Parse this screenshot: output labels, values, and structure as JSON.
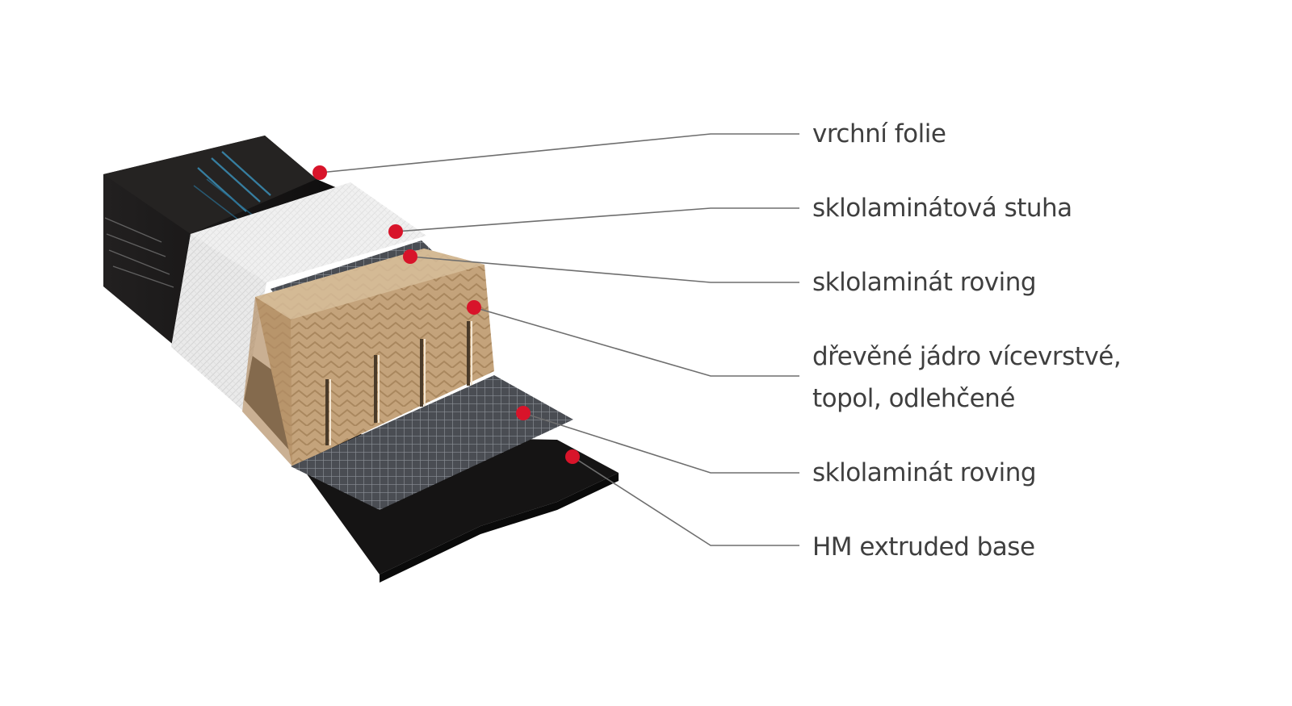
{
  "diagram": {
    "layers": [
      {
        "id": "top-sheet",
        "label_lines": [
          "vrchní folie"
        ]
      },
      {
        "id": "fiberglass-ribbon",
        "label_lines": [
          "sklolaminátová stuha"
        ]
      },
      {
        "id": "fiberglass-roving-top",
        "label_lines": [
          "sklolaminát roving"
        ]
      },
      {
        "id": "wood-core",
        "label_lines": [
          "dřevěné jádro vícevrstvé,",
          "topol, odlehčené"
        ]
      },
      {
        "id": "fiberglass-roving-bottom",
        "label_lines": [
          "sklolaminát roving"
        ]
      },
      {
        "id": "base",
        "label_lines": [
          "HM extruded base"
        ]
      }
    ],
    "colors": {
      "marker": "#d8142a",
      "leader": "#6e6e6e",
      "label": "#3f3f3f",
      "top_sheet": "#1c1a19",
      "ribbon": "#e9e9e9",
      "core": "#c9ab85",
      "grid": "#3c3f45",
      "base": "#141313"
    }
  }
}
